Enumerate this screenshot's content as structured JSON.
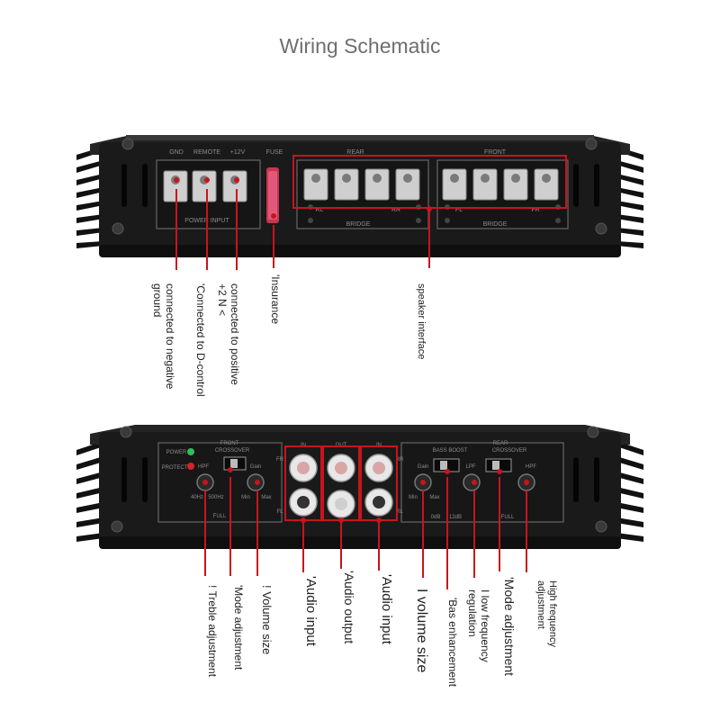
{
  "title": "Wiring Schematic",
  "top_panel": {
    "terminal_labels": [
      "GND",
      "REMOTE",
      "+12V",
      "FUSE",
      "REAR",
      "FRONT"
    ],
    "channel_labels": [
      "RL",
      "RR",
      "FL",
      "FR"
    ],
    "sub_labels": [
      "POWER INPUT",
      "BRIDGE",
      "BRIDGE"
    ],
    "callouts": [
      {
        "id": "gnd",
        "lines": [
          "connected to negative",
          "ground"
        ]
      },
      {
        "id": "remote",
        "lines": [
          "'Connected to D-control"
        ]
      },
      {
        "id": "positive",
        "lines": [
          "connected to positive",
          "+2 N <"
        ]
      },
      {
        "id": "insurance",
        "lines": [
          "'Insurance"
        ]
      },
      {
        "id": "speaker",
        "lines": [
          "speaker interface"
        ]
      }
    ]
  },
  "bottom_panel": {
    "panel_labels": [
      "FRONT",
      "CROSSOVER",
      "POWER",
      "PROTECT",
      "HPF",
      "FULL",
      "Gain",
      "Min",
      "Max",
      "40Hz",
      "500Hz",
      "IN",
      "OUT",
      "IN",
      "FR",
      "FL",
      "RR",
      "RL",
      "BASS BOOST",
      "REAR",
      "CROSSOVER",
      "0dB",
      "12dB",
      "LPF",
      "HPF",
      "FULL",
      "Gain",
      "Min",
      "Max"
    ],
    "callouts": [
      {
        "id": "treble",
        "lines": [
          "! Treble adjustment"
        ]
      },
      {
        "id": "mode1",
        "lines": [
          "'Mode adjustment"
        ]
      },
      {
        "id": "vol1",
        "lines": [
          "! Volume size"
        ]
      },
      {
        "id": "ain1",
        "lines": [
          "'Audio input"
        ]
      },
      {
        "id": "aout",
        "lines": [
          "'Audio output"
        ]
      },
      {
        "id": "ain2",
        "lines": [
          "'Audio input"
        ]
      },
      {
        "id": "vol2",
        "lines": [
          "I volume size"
        ]
      },
      {
        "id": "bass",
        "lines": [
          "'Bas  enhancement"
        ]
      },
      {
        "id": "lowfreq",
        "lines": [
          "I low frequency",
          "regulation"
        ]
      },
      {
        "id": "mode2",
        "lines": [
          "'Mode adjustment"
        ]
      },
      {
        "id": "highfreq",
        "lines": [
          "High frequency",
          "adjustment"
        ]
      }
    ]
  },
  "colors": {
    "callout_red": "#c8141e",
    "amp_body": "#1a1a1a",
    "title_gray": "#6e6e6e"
  }
}
